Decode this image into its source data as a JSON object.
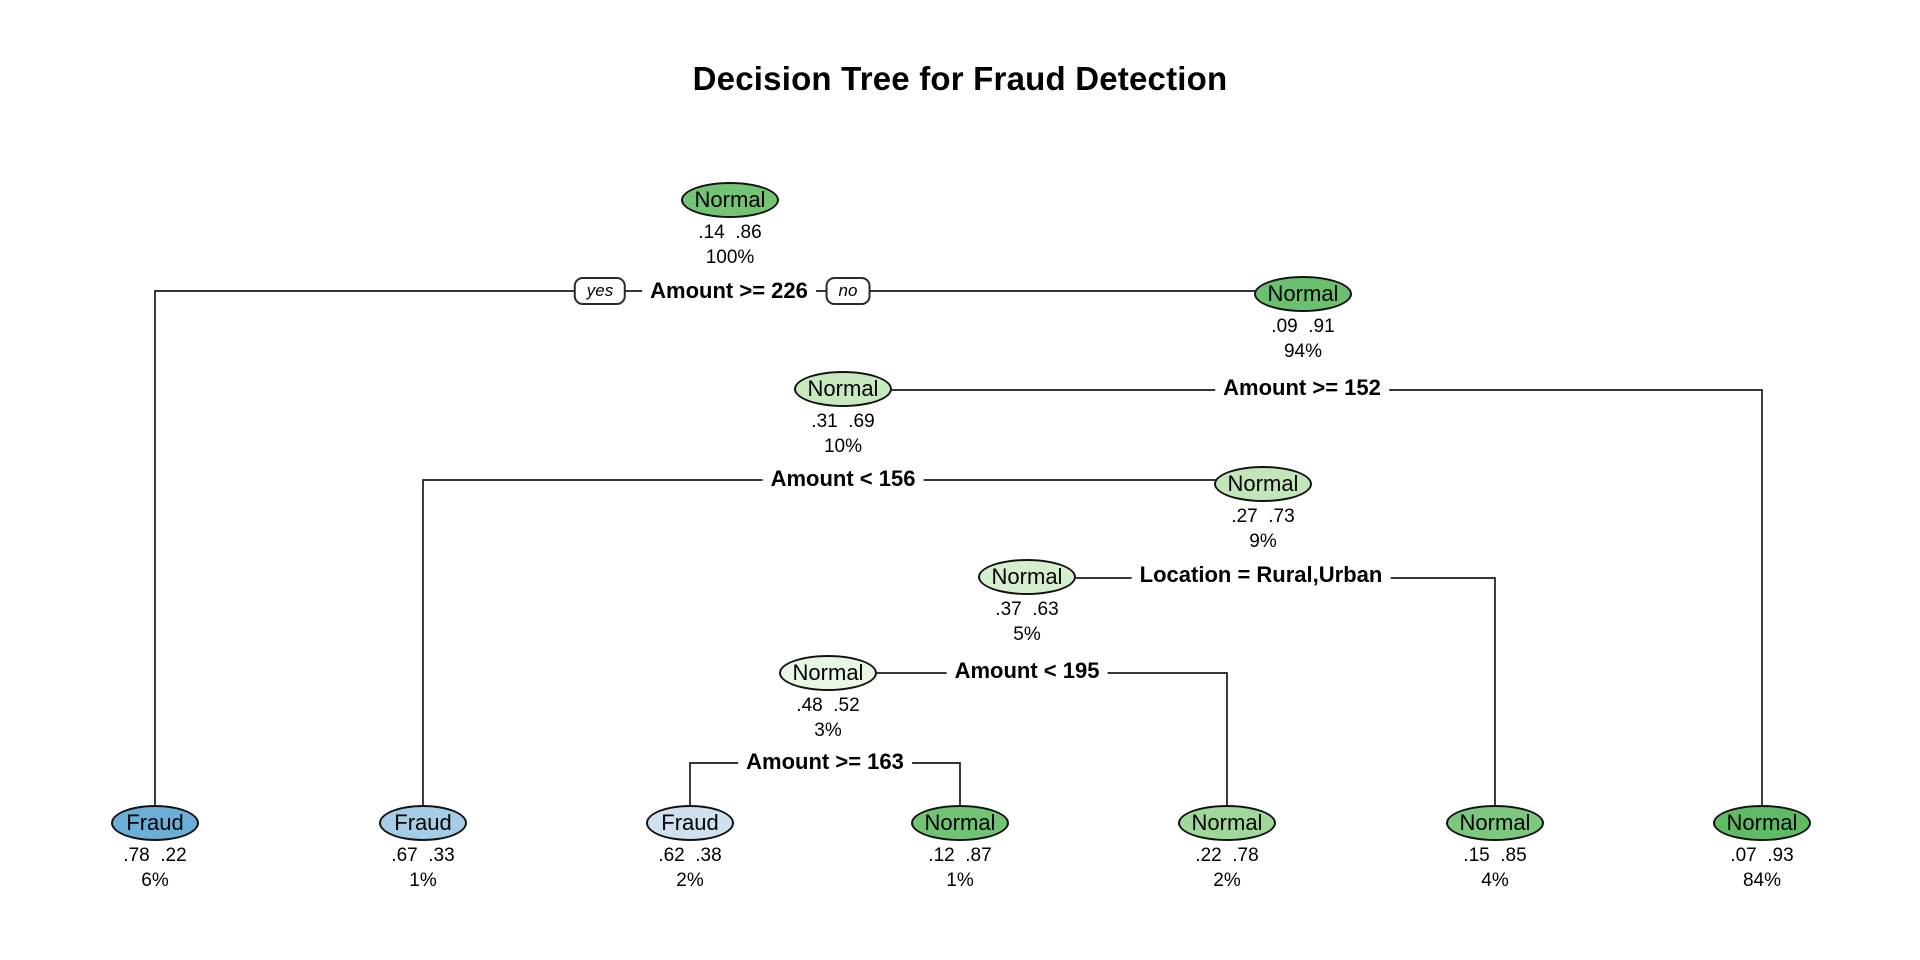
{
  "title": "Decision Tree for Fraud Detection",
  "branch_labels": {
    "yes": "yes",
    "no": "no"
  },
  "splits": [
    {
      "label": "Amount >= 226"
    },
    {
      "label": "Amount >= 152"
    },
    {
      "label": "Amount < 156"
    },
    {
      "label": "Location = Rural,Urban"
    },
    {
      "label": "Amount < 195"
    },
    {
      "label": "Amount >= 163"
    }
  ],
  "nodes": [
    {
      "id": "root",
      "label": "Normal",
      "probs": ".14  .86",
      "percent": "100%",
      "fill": "#74C476"
    },
    {
      "id": "node-94pct",
      "label": "Normal",
      "probs": ".09  .91",
      "percent": "94%",
      "fill": "#6AC06E"
    },
    {
      "id": "node-10pct",
      "label": "Normal",
      "probs": ".31  .69",
      "percent": "10%",
      "fill": "#C7E9C0"
    },
    {
      "id": "node-9pct",
      "label": "Normal",
      "probs": ".27  .73",
      "percent": "9%",
      "fill": "#C2E6BA"
    },
    {
      "id": "node-5pct",
      "label": "Normal",
      "probs": ".37  .63",
      "percent": "5%",
      "fill": "#D5EECD"
    },
    {
      "id": "node-3pct",
      "label": "Normal",
      "probs": ".48  .52",
      "percent": "3%",
      "fill": "#E9F6E4"
    },
    {
      "id": "leaf-fraud-6pct",
      "label": "Fraud",
      "probs": ".78  .22",
      "percent": "6%",
      "fill": "#6BAED6"
    },
    {
      "id": "leaf-fraud-1pct",
      "label": "Fraud",
      "probs": ".67  .33",
      "percent": "1%",
      "fill": "#A6CDE6"
    },
    {
      "id": "leaf-fraud-2pct",
      "label": "Fraud",
      "probs": ".62  .38",
      "percent": "2%",
      "fill": "#CFE1F1"
    },
    {
      "id": "leaf-normal-1pct",
      "label": "Normal",
      "probs": ".12  .87",
      "percent": "1%",
      "fill": "#72C375"
    },
    {
      "id": "leaf-normal-2pct",
      "label": "Normal",
      "probs": ".22  .78",
      "percent": "2%",
      "fill": "#9FD89A"
    },
    {
      "id": "leaf-normal-4pct",
      "label": "Normal",
      "probs": ".15  .85",
      "percent": "4%",
      "fill": "#7CC87E"
    },
    {
      "id": "leaf-normal-84pct",
      "label": "Normal",
      "probs": ".07  .93",
      "percent": "84%",
      "fill": "#5FBB64"
    }
  ]
}
